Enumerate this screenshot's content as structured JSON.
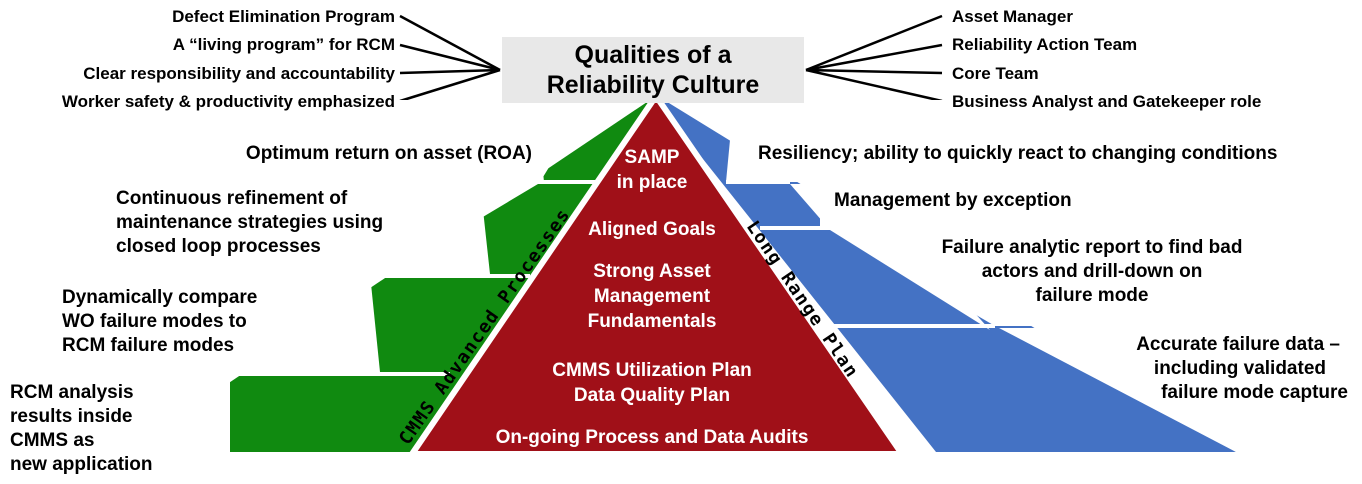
{
  "title": {
    "line1": "Qualities of a",
    "line2": "Reliability Culture"
  },
  "top_left": [
    "Defect Elimination Program",
    "A “living program” for RCM",
    "Clear responsibility and accountability",
    "Worker safety & productivity emphasized"
  ],
  "top_right": [
    "Asset Manager",
    "Reliability Action Team",
    "Core Team",
    "Business Analyst and Gatekeeper role"
  ],
  "left_side": {
    "band_label": "CMMS Advanced Processes",
    "items": [
      {
        "lines": [
          "Optimum return on asset (ROA)"
        ]
      },
      {
        "lines": [
          "Continuous refinement of",
          "maintenance strategies using",
          "closed loop processes"
        ]
      },
      {
        "lines": [
          "Dynamically compare",
          "WO failure modes to",
          "RCM failure modes"
        ]
      },
      {
        "lines": [
          "RCM analysis",
          "results inside",
          "CMMS as",
          "new application"
        ]
      }
    ]
  },
  "right_side": {
    "band_label": "Long Range Plan",
    "items": [
      {
        "lines": [
          "Resiliency; ability to quickly react to changing conditions"
        ]
      },
      {
        "lines": [
          "Management by exception"
        ]
      },
      {
        "lines": [
          "Failure analytic report to find bad",
          "actors and drill-down on",
          "failure mode"
        ]
      },
      {
        "lines": [
          "Accurate failure data –",
          "including validated",
          "failure mode capture"
        ]
      }
    ]
  },
  "center": {
    "items": [
      {
        "lines": [
          "SAMP",
          "in place"
        ]
      },
      {
        "lines": [
          "Aligned Goals"
        ]
      },
      {
        "lines": [
          "Strong Asset",
          "Management",
          "Fundamentals"
        ]
      },
      {
        "lines": [
          "CMMS Utilization Plan",
          "Data Quality Plan"
        ]
      },
      {
        "lines": [
          "On-going Process and Data Audits"
        ]
      }
    ]
  },
  "colors": {
    "green": "#108a10",
    "blue": "#4472c4",
    "red": "#a01018",
    "title_box": "#e8e8e8"
  }
}
